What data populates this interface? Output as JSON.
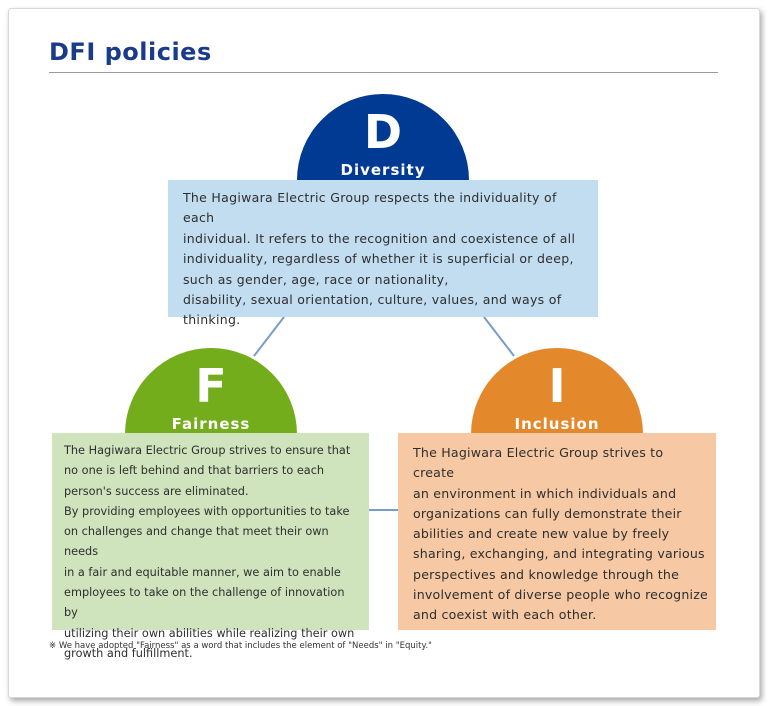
{
  "title": "DFI policies",
  "colors": {
    "title": "#1a3a8a",
    "diversity": "#003a93",
    "fairness": "#74ad1c",
    "inclusion": "#e3892c",
    "diversity_box": "#c2dcf0",
    "fairness_box": "#cfe4bd",
    "inclusion_box": "#f6c9a4",
    "connector": "#7a9cc8"
  },
  "diversity": {
    "letter": "D",
    "name": "Diversity",
    "text": [
      "The Hagiwara Electric Group respects the individuality of each",
      "individual. It refers to the recognition and coexistence of all",
      "individuality, regardless of whether it is superficial or deep,",
      "such as gender, age, race or nationality,",
      "disability, sexual orientation, culture, values, and ways of",
      "thinking."
    ]
  },
  "fairness": {
    "letter": "F",
    "name": "Fairness",
    "text": [
      "The Hagiwara Electric Group strives to ensure that",
      "no one is left behind and that barriers to each",
      "person's success are eliminated.",
      "By providing employees with opportunities to take",
      "on challenges and change that meet their own needs",
      "in a fair and equitable manner, we aim to enable",
      "employees to take on the challenge of innovation by",
      "utilizing their own abilities while realizing their own",
      "growth and fulfillment."
    ]
  },
  "inclusion": {
    "letter": "I",
    "name": "Inclusion",
    "text": [
      "The Hagiwara Electric Group strives to create",
      "an environment in which individuals and",
      "organizations can fully demonstrate their",
      "abilities and create new value by freely",
      "sharing, exchanging, and integrating various",
      "perspectives and knowledge through the",
      "involvement of diverse people who recognize",
      "and coexist with each other."
    ]
  },
  "footnote": "※ We have adopted \"Fairness\" as a word that includes the element of \"Needs\" in \"Equity.\""
}
